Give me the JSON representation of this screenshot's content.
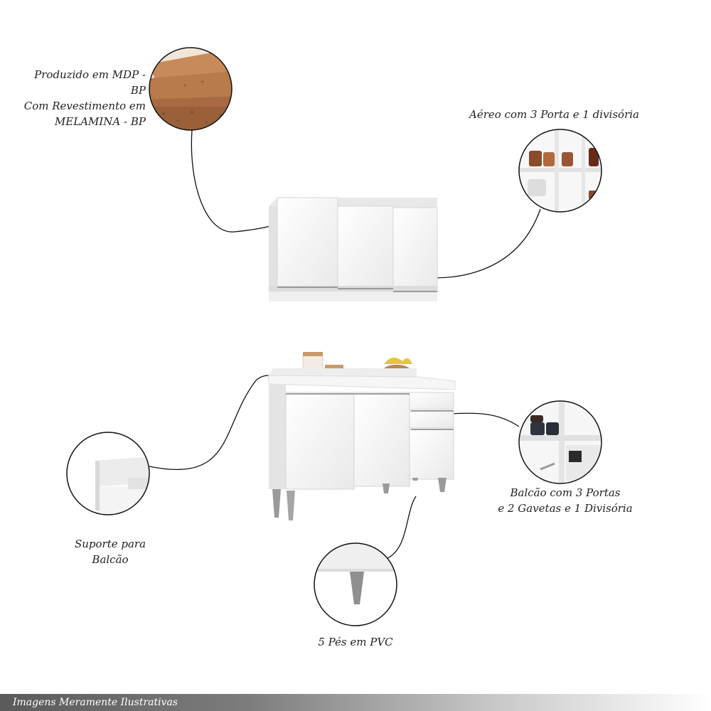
{
  "labels": {
    "material": "Produzido em MDP - BP\nCom Revestimento em\nMELAMINA - BP",
    "aereo": "Aéreo com 3 Porta e 1 divisória",
    "balcao": "Balcão com 3 Portas\ne 2 Gavetas e 1 Divisória",
    "suporte": "Suporte para\nBalcão",
    "pes": "5 Pés em PVC"
  },
  "footer": "Imagens Meramente Ilustrativas",
  "colors": {
    "cabinet": "#f4f4f4",
    "wood": "#a86a42",
    "text": "#222222"
  },
  "icons": [
    "mdp-board-photo",
    "shelf-cups-photo",
    "counter-support-photo",
    "drawer-pots-photo",
    "pvc-foot-photo"
  ]
}
